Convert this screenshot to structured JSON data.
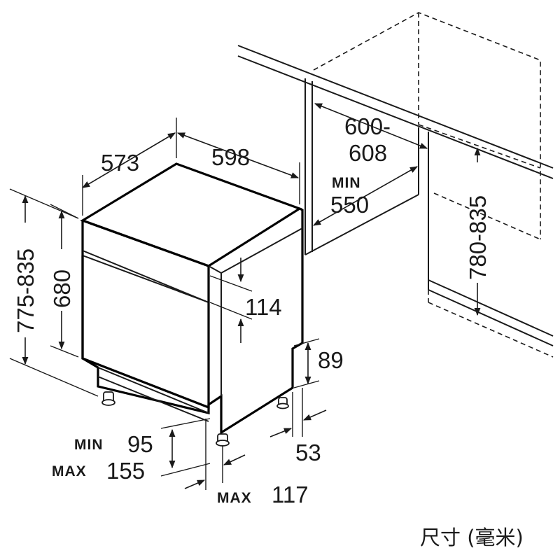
{
  "dimensions": {
    "depth": "573",
    "width": "598",
    "niche_depth_line1": "600-",
    "niche_depth_line2": "608",
    "niche_depth_min_label": "MIN",
    "niche_depth_min_value": "550",
    "niche_height": "780-835",
    "total_height": "775-835",
    "body_height": "680",
    "panel_height": "114",
    "plinth_height": "89",
    "foot_min_label": "MIN",
    "foot_min_value": "95",
    "foot_max_label": "MAX",
    "foot_max_value": "155",
    "plinth_offset": "53",
    "plinth_max_label": "MAX",
    "plinth_max_value": "117"
  },
  "caption": "尺寸 (毫米)"
}
